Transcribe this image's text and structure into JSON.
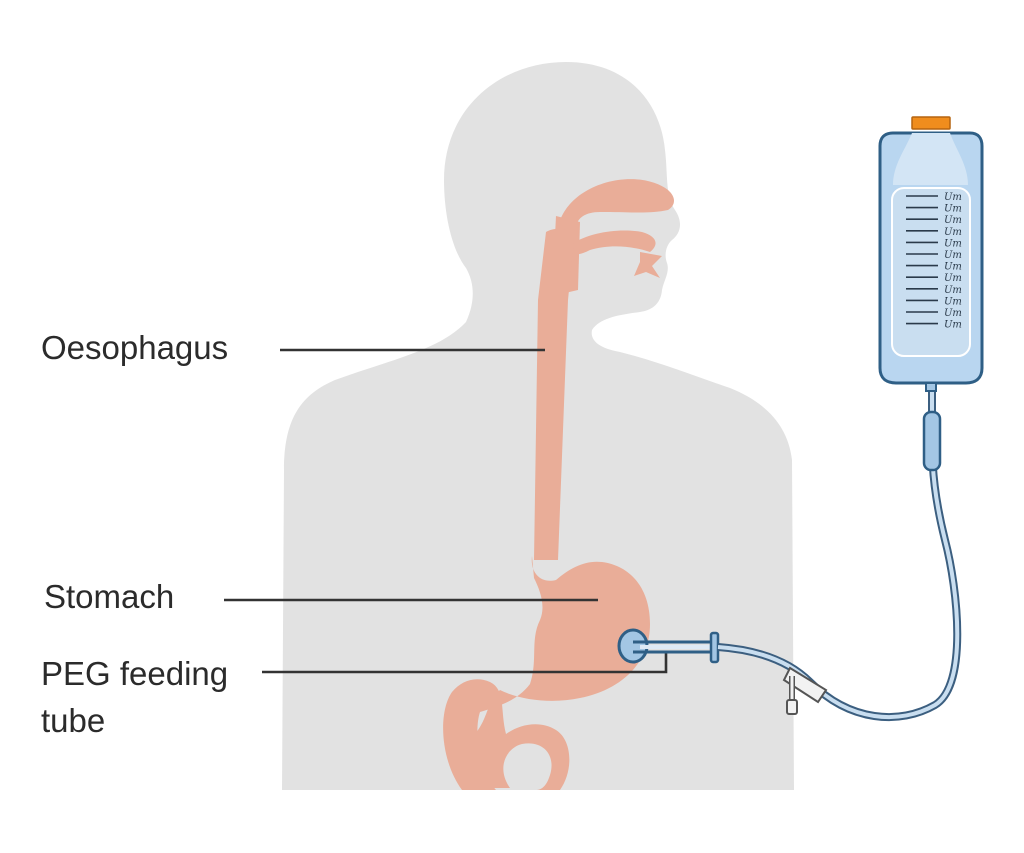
{
  "labels": {
    "oesophagus": "Oesophagus",
    "stomach": "Stomach",
    "peg_line1": "PEG feeding",
    "peg_line2": "tube"
  },
  "bag": {
    "marking": "Um",
    "tick_count": 12
  },
  "colors": {
    "body": "#e2e2e2",
    "digestive_tract": "#e9ad98",
    "bag_fill": "#b9d6f0",
    "bag_outline": "#2f5f86",
    "cap": "#f08d1d",
    "tube_outline": "#3c5f80",
    "leader_line": "#333333"
  }
}
